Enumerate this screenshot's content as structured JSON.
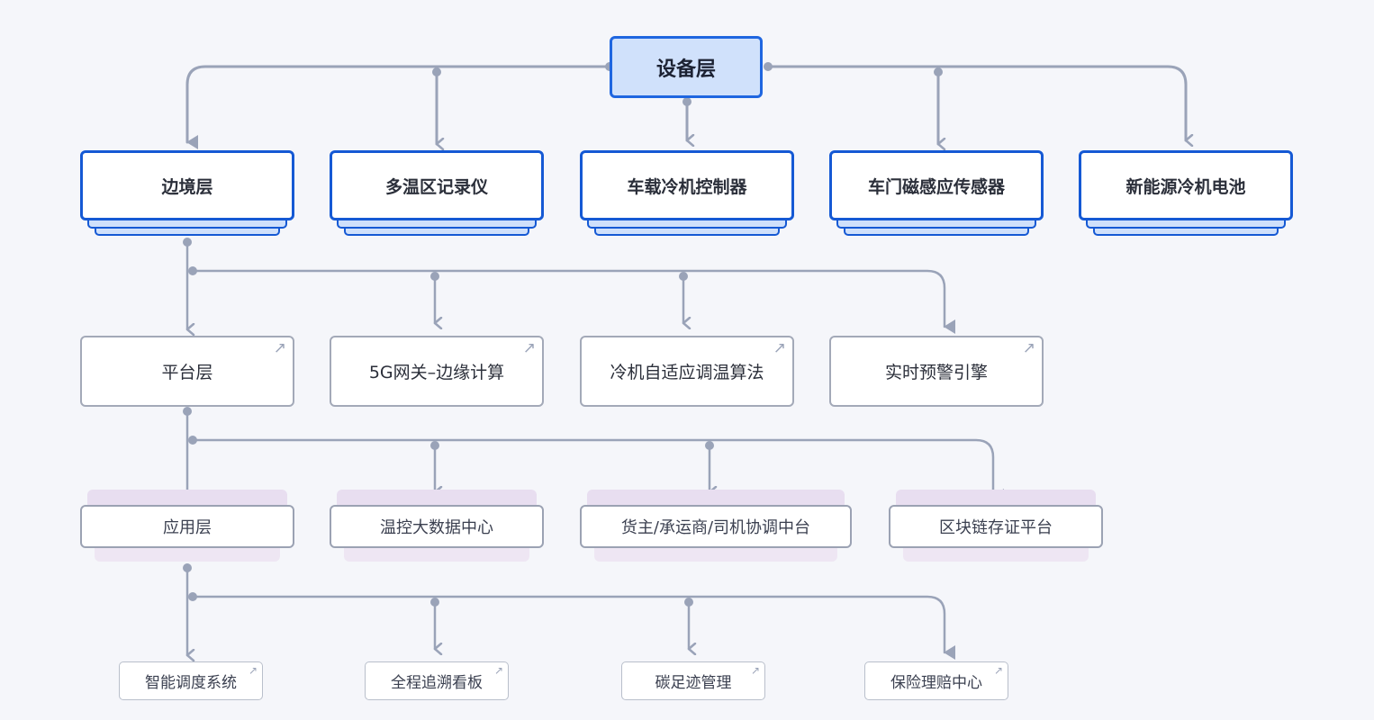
{
  "root": {
    "label": "设备层"
  },
  "level1": [
    {
      "label": "边境层"
    },
    {
      "label": "多温区记录仪"
    },
    {
      "label": "车载冷机控制器"
    },
    {
      "label": "车门磁感应传感器"
    },
    {
      "label": "新能源冷机电池"
    }
  ],
  "level2": [
    {
      "label": "平台层"
    },
    {
      "label": "5G网关–边缘计算"
    },
    {
      "label": "冷机自适应调温算法"
    },
    {
      "label": "实时预警引擎"
    }
  ],
  "level3": [
    {
      "label": "应用层"
    },
    {
      "label": "温控大数据中心"
    },
    {
      "label": "货主/承运商/司机协调中台"
    },
    {
      "label": "区块链存证平台"
    }
  ],
  "level4": [
    {
      "label": "智能调度系统"
    },
    {
      "label": "全程追溯看板"
    },
    {
      "label": "碳足迹管理"
    },
    {
      "label": "保险理赔中心"
    }
  ],
  "icons": {
    "external_link": "arrow-up-right-icon"
  },
  "colors": {
    "background": "#f5f6fa",
    "root_fill": "#d0e1fb",
    "root_border": "#1f66e0",
    "level1_border": "#1559d4",
    "connector": "#9aa3b8",
    "level3_accent": "#e8def0"
  }
}
